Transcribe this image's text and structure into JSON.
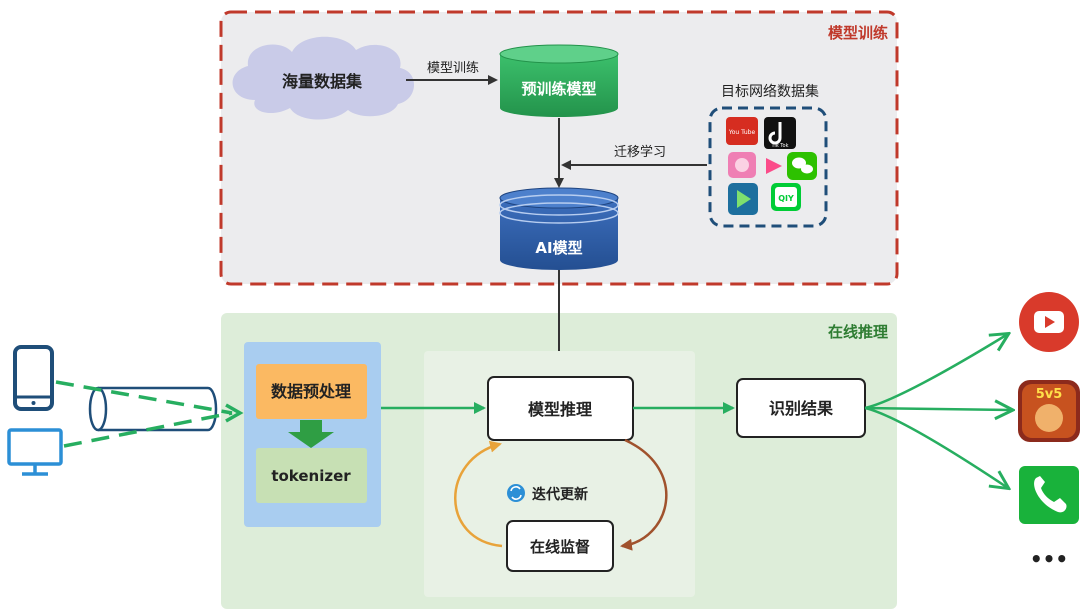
{
  "sections": {
    "training_title": "模型训练",
    "inference_title": "在线推理"
  },
  "nodes": {
    "big_data": "海量数据集",
    "pretrained": "预训练模型",
    "ai_model": "AI模型",
    "target_dataset": "目标网络数据集",
    "preprocess": "数据预处理",
    "tokenizer": "tokenizer",
    "inference": "模型推理",
    "result": "识别结果",
    "iterate": "迭代更新",
    "supervise": "在线监督"
  },
  "edges": {
    "model_training": "模型训练",
    "transfer_learning": "迁移学习"
  },
  "apps": {
    "youtube_text": "You Tube",
    "tiktok_text": "Tik Tok",
    "iqiyi_text": "QIY",
    "game_text": "5v5"
  },
  "more": "•••",
  "colors": {
    "training_border": "#c0392b",
    "training_bg": "#ececee",
    "inference_bg": "#dbecd7",
    "inference_title": "#2e7d32",
    "cylinder_green": "#2ea55a",
    "cylinder_blue": "#2f5fa8",
    "cloud": "#c9cbe8",
    "preprocess_box": "#fbb962",
    "tokenizer_box": "#c7e0b4",
    "blue_panel": "#a9cdf0",
    "arrow_green": "#27ae60",
    "loop_orange": "#e8a33a",
    "loop_brown": "#a0522d"
  }
}
